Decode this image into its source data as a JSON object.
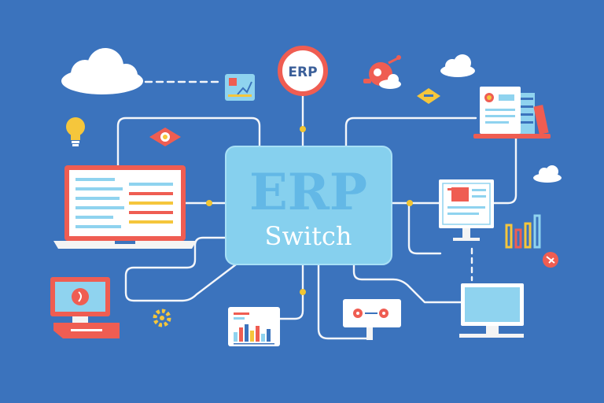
{
  "colors": {
    "background": "#3b73bd",
    "hub_fill": "#86d0ee",
    "hub_border": "#a8e0f6",
    "hub_watermark": "#63b8e6",
    "connector": "#f4f6fa",
    "node_dot": "#f2c531",
    "accent_red": "#ef5d52",
    "accent_yellow": "#f5c63c",
    "screen_blue": "#8fd3ef",
    "device_white": "#f4f4f4"
  },
  "hub": {
    "watermark": "ERP",
    "label": "Switch"
  },
  "badge": {
    "label": "ERP"
  },
  "icons": [
    "cloud-icon",
    "chart-card-icon",
    "erp-badge-icon",
    "location-pin-icon",
    "cloud-small-icon",
    "tag-icon",
    "lightbulb-icon",
    "eye-icon",
    "document-stack-icon",
    "laptop-icon",
    "monitor-chart-icon",
    "bar-chart-icon",
    "gear-icon",
    "desktop-computer-icon",
    "dashboard-card-icon",
    "router-icon",
    "monitor-icon"
  ]
}
